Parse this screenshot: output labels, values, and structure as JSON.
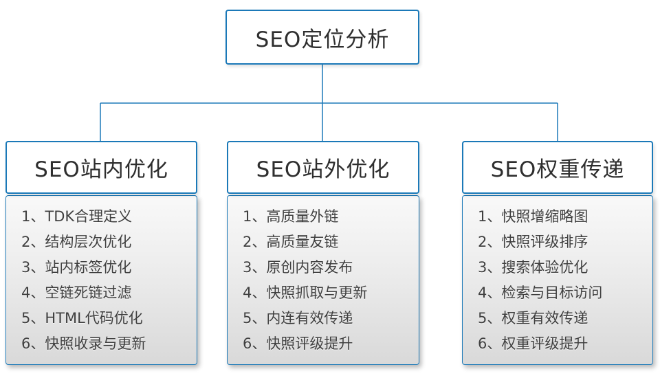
{
  "diagram": {
    "type": "tree",
    "root": {
      "title": "SEO定位分析"
    },
    "columns": [
      {
        "title": "SEO站内优化",
        "items": [
          "1、TDK合理定义",
          "2、结构层次优化",
          "3、站内标签优化",
          "4、空链死链过滤",
          "5、HTML代码优化",
          "6、快照收录与更新"
        ]
      },
      {
        "title": "SEO站外优化",
        "items": [
          "1、高质量外链",
          "2、高质量友链",
          "3、原创内容发布",
          "4、快照抓取与更新",
          "5、内连有效传递",
          "6、快照评级提升"
        ]
      },
      {
        "title": "SEO权重传递",
        "items": [
          "1、快照增缩略图",
          "2、快照评级排序",
          "3、搜索体验优化",
          "4、检索与目标访问",
          "5、权重有效传递",
          "6、权重评级提升"
        ]
      }
    ],
    "colors": {
      "border_blue": "#1b79b8",
      "connector_blue": "#1b79b8",
      "header_text": "#2e2e2e",
      "list_text": "#3f3f3f",
      "list_bg_top": "#f9f9f9",
      "list_bg_bottom": "#d9d9d9"
    }
  }
}
